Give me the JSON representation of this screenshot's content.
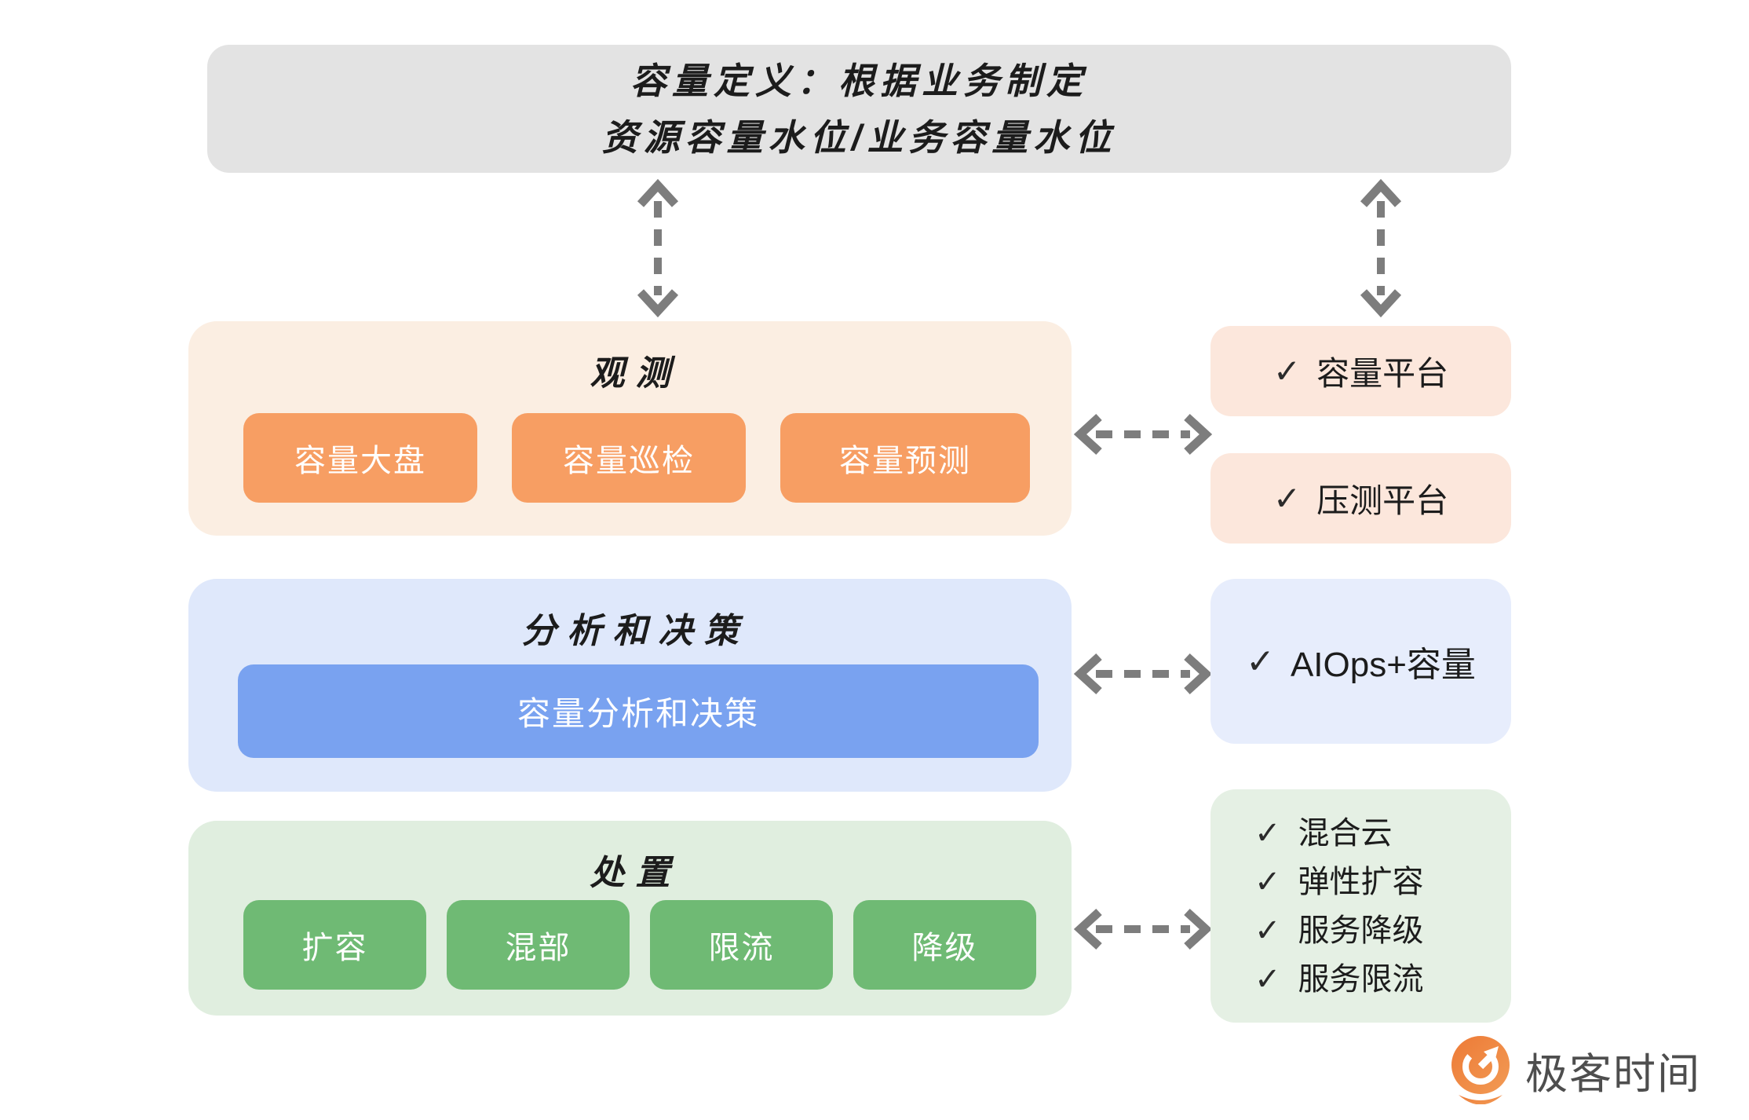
{
  "colors": {
    "gray_box": "#E3E3E3",
    "peach_section": "#FBEEE2",
    "orange_box": "#F79E63",
    "peach_side": "#FCE7DC",
    "blue_section": "#DFE8FB",
    "blue_box": "#79A2F0",
    "blue_side": "#E7EDFC",
    "green_section": "#E0EEDF",
    "green_box": "#6FBA74",
    "green_side": "#E5F0E4",
    "arrow": "#7D7D7D",
    "text_dark": "#1C1C1C",
    "check": "#2B2B2B",
    "logo_orange": "#EE8440",
    "logo_orange_light": "#F29B55",
    "logo_text": "#4E4E4E"
  },
  "check_glyph": "✓",
  "definition_box": {
    "line1": "容量定义：根据业务制定",
    "line2": "资源容量水位/业务容量水位"
  },
  "observe": {
    "title": "观测",
    "boxes": [
      "容量大盘",
      "容量巡检",
      "容量预测"
    ],
    "side": [
      "容量平台",
      "压测平台"
    ]
  },
  "analyze": {
    "title": "分析和决策",
    "box": "容量分析和决策",
    "side": "AIOps+容量"
  },
  "handle": {
    "title": "处置",
    "boxes": [
      "扩容",
      "混部",
      "限流",
      "降级"
    ],
    "side": [
      "混合云",
      "弹性扩容",
      "服务降级",
      "服务限流"
    ]
  },
  "logo": {
    "text": "极客时间"
  }
}
